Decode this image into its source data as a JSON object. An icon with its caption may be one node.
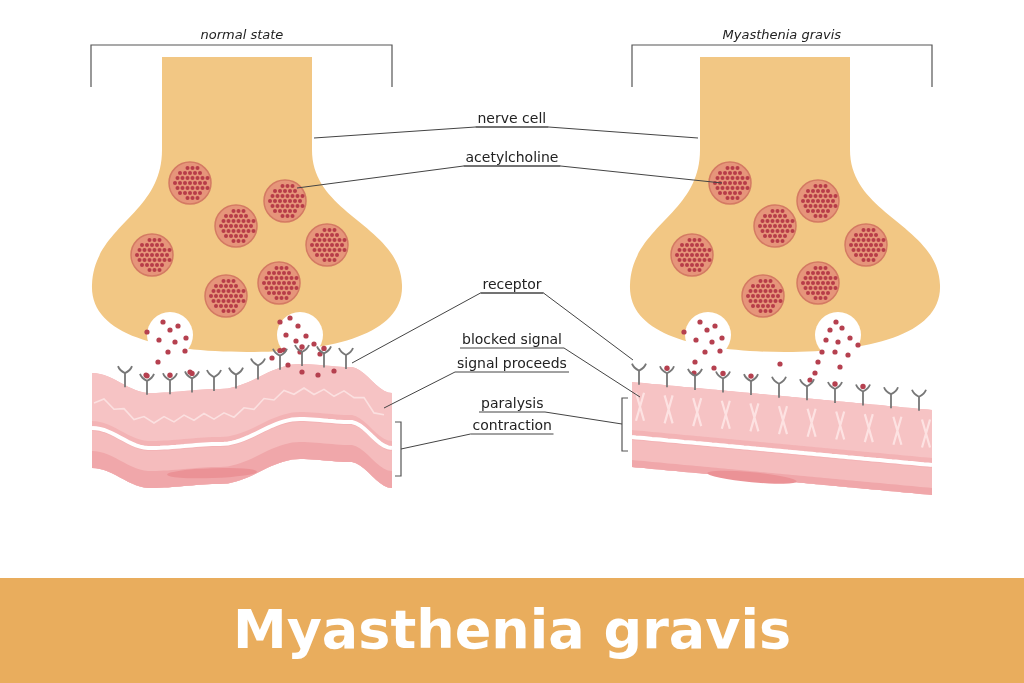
{
  "diagram": {
    "title": "Myasthenia gravis",
    "nodes": [
      {
        "text": [
          "nerve cell"
        ]
      },
      {
        "text": [
          "acetylcholine"
        ]
      },
      {
        "text": [
          "receptor"
        ]
      },
      {
        "text": [
          "blocked signal"
        ]
      },
      {
        "text": [
          "signal proceeds"
        ]
      },
      {
        "text": [
          "paralysis"
        ]
      },
      {
        "text": [
          "contraction"
        ]
      },
      {
        "text": [],
        "shape": "picture"
      },
      {
        "text": [],
        "shape": "picture"
      },
      {
        "text": [],
        "shape": "circle",
        "in": 7
      },
      {
        "text": [],
        "shape": "circle",
        "in": 8
      },
      {
        "text": [],
        "shape": "picture"
      },
      {
        "text": [],
        "shape": "picture"
      },
      {
        "text": [],
        "shape": "picture"
      },
      {
        "text": [],
        "shape": "picture"
      },
      {
        "text": [],
        "shape": "bracket"
      },
      {
        "text": [],
        "shape": "bracket"
      }
    ],
    "edges": [
      {
        "from": 0,
        "to": 7,
        "arrow": "none"
      },
      {
        "from": 0,
        "to": 8,
        "arrow": "none"
      },
      {
        "from": 1,
        "to": 9,
        "arrow": "none"
      },
      {
        "from": 1,
        "to": 10,
        "arrow": "none"
      },
      {
        "from": 2,
        "to": 11,
        "arrow": "none"
      },
      {
        "from": 2,
        "to": 12,
        "arrow": "none"
      },
      {
        "from": 3,
        "to": 14,
        "arrow": "none"
      },
      {
        "from": 4,
        "to": 13,
        "arrow": "none"
      },
      {
        "from": 5,
        "to": 16,
        "arrow": "none"
      },
      {
        "from": 6,
        "to": 15,
        "arrow": "none"
      }
    ],
    "labels": [
      "normal state",
      "Myasthenia gravis"
    ]
  }
}
